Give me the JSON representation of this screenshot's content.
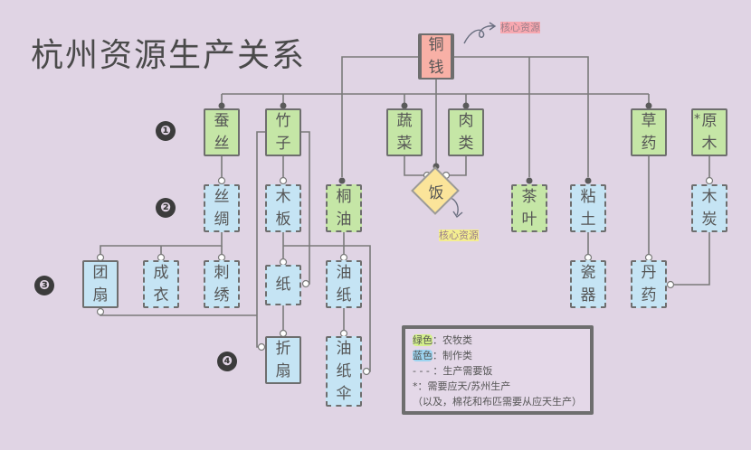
{
  "title": "杭州资源生产关系",
  "steps": [
    "❶",
    "❷",
    "❸",
    "❹"
  ],
  "core_tag": "核心资源",
  "nodes": {
    "tongqian": {
      "line1": "铜",
      "line2": "钱"
    },
    "cansi": {
      "line1": "蚕",
      "line2": "丝"
    },
    "zhuzi": {
      "line1": "竹",
      "line2": "子"
    },
    "shucai": {
      "line1": "蔬",
      "line2": "菜"
    },
    "roulei": {
      "line1": "肉",
      "line2": "类"
    },
    "caoyao": {
      "line1": "草",
      "line2": "药"
    },
    "yuanmu": {
      "star": "*",
      "line1": "原",
      "line2": "木"
    },
    "sichou": {
      "line1": "丝",
      "line2": "绸"
    },
    "muban": {
      "line1": "木",
      "line2": "板"
    },
    "tongyou": {
      "line1": "桐",
      "line2": "油"
    },
    "fan": {
      "line1": "饭"
    },
    "chaye": {
      "line1": "茶",
      "line2": "叶"
    },
    "niantu": {
      "line1": "粘",
      "line2": "土"
    },
    "mutan": {
      "line1": "木",
      "line2": "炭"
    },
    "tuanshan": {
      "line1": "团",
      "line2": "扇"
    },
    "chengyi": {
      "line1": "成",
      "line2": "衣"
    },
    "cixiu": {
      "line1": "刺",
      "line2": "绣"
    },
    "zhi": {
      "line1": "纸"
    },
    "youzhi": {
      "line1": "油",
      "line2": "纸"
    },
    "ciqi": {
      "line1": "瓷",
      "line2": "器"
    },
    "danyao": {
      "line1": "丹",
      "line2": "药"
    },
    "zheshan": {
      "line1": "折",
      "line2": "扇"
    },
    "youzhisan": {
      "line1": "油",
      "line2": "纸",
      "line3": "伞"
    }
  },
  "legend": {
    "green_key": "绿色",
    "green_desc": "：农牧类",
    "blue_key": "蓝色",
    "blue_desc": "：制作类",
    "dash_key": "- - - ",
    "dash_desc": "：生产需要饭",
    "star_key": "*",
    "star_desc": "：需要应天/苏州生产",
    "note": "（以及，棉花和布匹需要从应天生产）"
  },
  "colors": {
    "background": "#e0d4e4",
    "agri_green": "#c5e6a6",
    "craft_blue": "#c5e4f4",
    "core_red": "#f8b0a6",
    "core_yellow": "#fbe49a",
    "line": "#7a7a7a"
  }
}
